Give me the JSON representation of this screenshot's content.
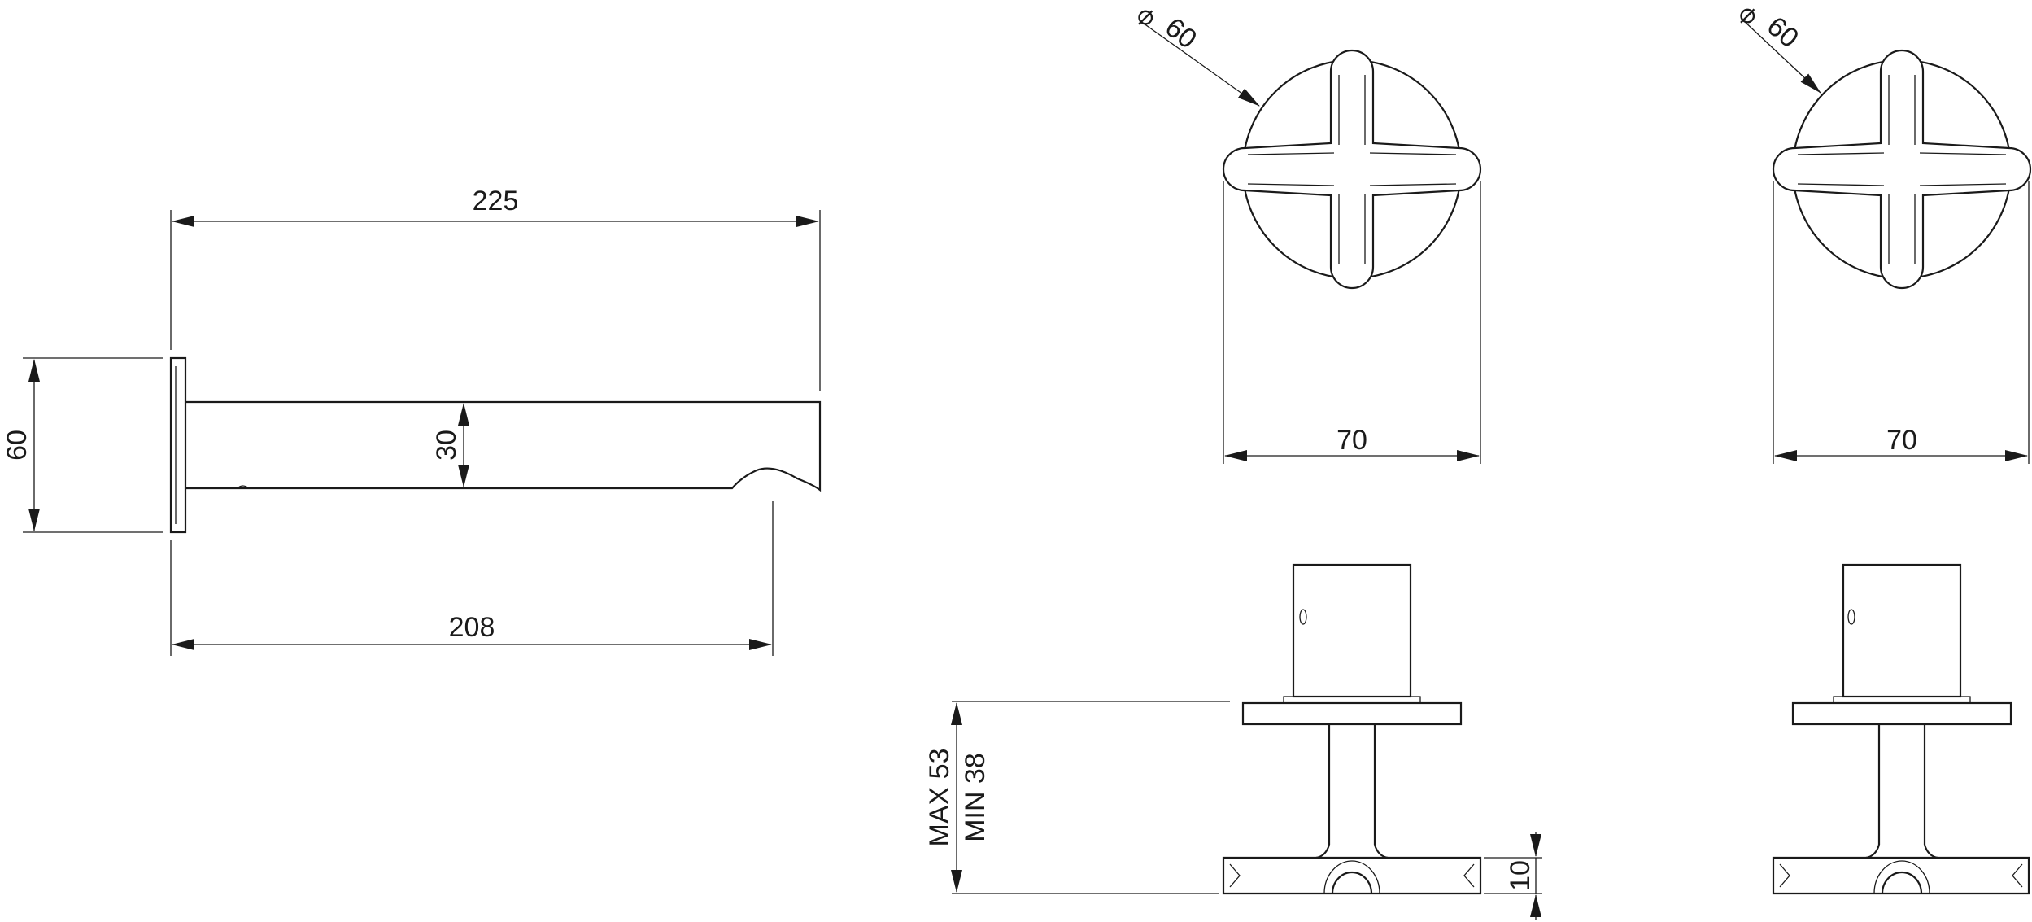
{
  "spout": {
    "length": "225",
    "reach": "208",
    "plate_height": "60",
    "pipe_height": "30"
  },
  "handle_left": {
    "diameter_symbol": "⌀",
    "diameter": "60",
    "width": "70"
  },
  "handle_right": {
    "diameter_symbol": "⌀",
    "diameter": "60",
    "width": "70"
  },
  "side_view": {
    "max": "MAX 53",
    "min": "MIN 38",
    "cross_thickness": "10"
  },
  "colors": {
    "line": "#1a1a1a",
    "background": "#ffffff"
  }
}
